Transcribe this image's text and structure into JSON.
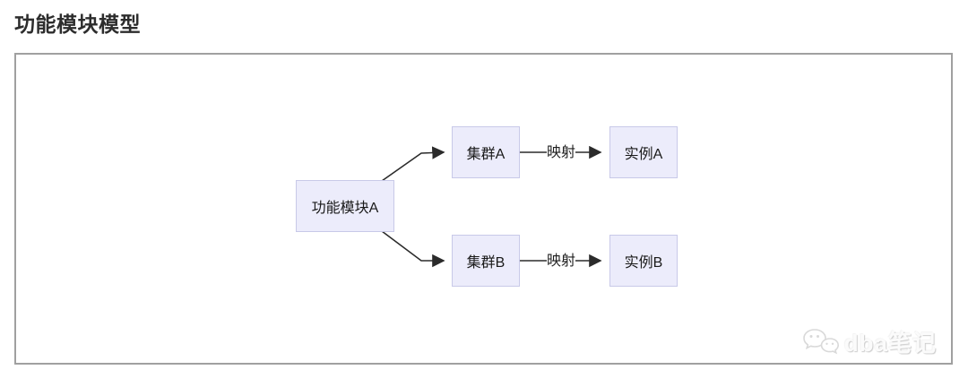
{
  "page": {
    "title": "功能模块模型"
  },
  "diagram": {
    "nodes": [
      {
        "id": "function-module-a",
        "label": "功能模块A"
      },
      {
        "id": "cluster-a",
        "label": "集群A"
      },
      {
        "id": "instance-a",
        "label": "实例A"
      },
      {
        "id": "cluster-b",
        "label": "集群B"
      },
      {
        "id": "instance-b",
        "label": "实例B"
      }
    ],
    "edges": [
      {
        "from": "function-module-a",
        "to": "cluster-a",
        "label": ""
      },
      {
        "from": "function-module-a",
        "to": "cluster-b",
        "label": ""
      },
      {
        "from": "cluster-a",
        "to": "instance-a",
        "label": "映射"
      },
      {
        "from": "cluster-b",
        "to": "instance-b",
        "label": "映射"
      }
    ],
    "colors": {
      "node_fill": "#ECECFB",
      "node_border": "#C8C9E8",
      "edge": "#2B2B2B",
      "canvas_border": "#A0A0A0"
    }
  },
  "watermark": {
    "icon": "wechat-icon",
    "text": "dba笔记"
  }
}
